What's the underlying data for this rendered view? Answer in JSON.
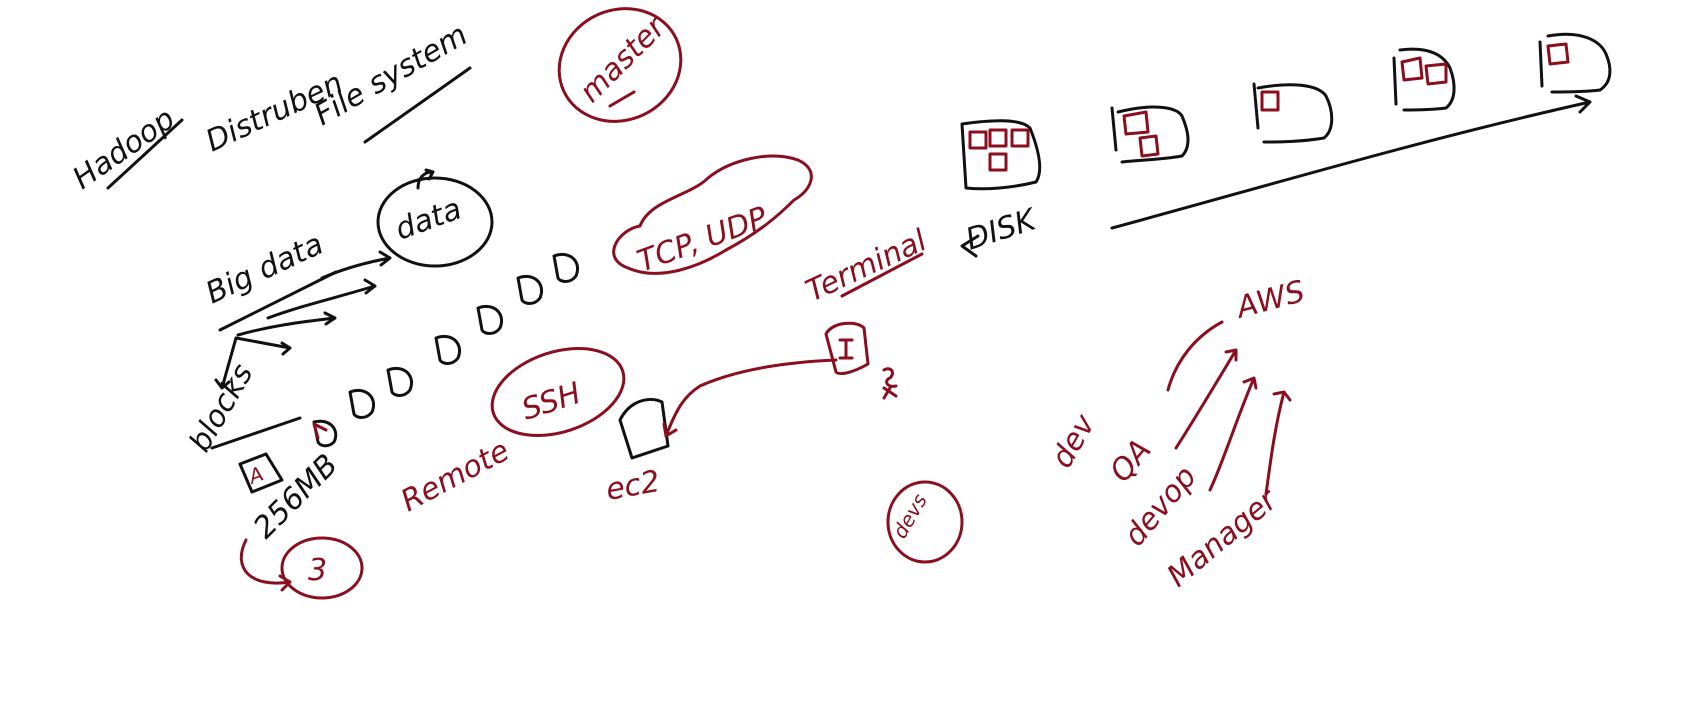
{
  "colors": {
    "black_ink": "#111111",
    "red_ink": "#8b0e1f",
    "background": "#ffffff"
  },
  "notes": {
    "hadoop": "Hadoop",
    "distributed": "Distruben",
    "file_system": "File system",
    "master": "master",
    "data": "data",
    "big_data": "Big data",
    "blocks": "blocks",
    "block_a": "A",
    "size": "256MB",
    "replication": "3",
    "tcp_udp": "TCP, UDP",
    "remote": "Remote",
    "ssh": "SSH",
    "ec2": "ec2",
    "terminal": "Terminal",
    "disk": "DISK",
    "aws": "AWS",
    "dev": "dev",
    "qa": "QA",
    "devops": "devop",
    "manager": "Manager",
    "devs": "devs"
  }
}
